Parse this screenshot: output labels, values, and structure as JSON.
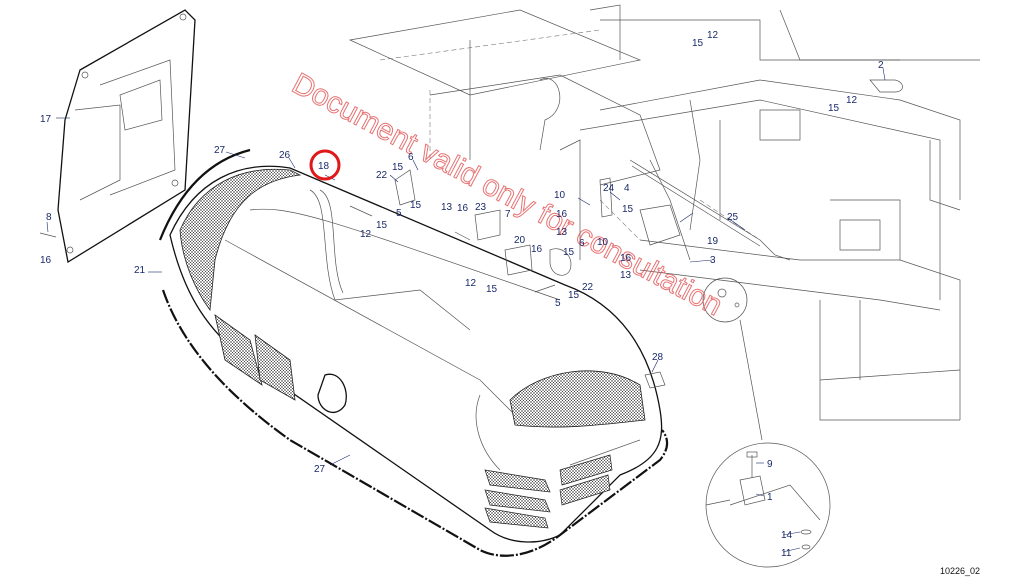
{
  "diagram": {
    "drawing_code": "10226_02",
    "watermark": "Document valid only for consultation",
    "highlighted_callout": "18",
    "callouts": [
      {
        "id": "c2",
        "label": "2"
      },
      {
        "id": "c12a",
        "label": "12"
      },
      {
        "id": "c15a",
        "label": "15"
      },
      {
        "id": "c12b",
        "label": "12"
      },
      {
        "id": "c15b",
        "label": "15"
      },
      {
        "id": "c17",
        "label": "17"
      },
      {
        "id": "c27a",
        "label": "27"
      },
      {
        "id": "c26",
        "label": "26"
      },
      {
        "id": "c18",
        "label": "18"
      },
      {
        "id": "c6a",
        "label": "6"
      },
      {
        "id": "c22a",
        "label": "22"
      },
      {
        "id": "c15c",
        "label": "15"
      },
      {
        "id": "c15d",
        "label": "15"
      },
      {
        "id": "c5a",
        "label": "5"
      },
      {
        "id": "c15e",
        "label": "15"
      },
      {
        "id": "c12c",
        "label": "12"
      },
      {
        "id": "c8",
        "label": "8"
      },
      {
        "id": "c16a",
        "label": "16"
      },
      {
        "id": "c21",
        "label": "21"
      },
      {
        "id": "c13a",
        "label": "13"
      },
      {
        "id": "c16b",
        "label": "16"
      },
      {
        "id": "c23",
        "label": "23"
      },
      {
        "id": "c7",
        "label": "7"
      },
      {
        "id": "c20",
        "label": "20"
      },
      {
        "id": "c16c",
        "label": "16"
      },
      {
        "id": "c15f",
        "label": "15"
      },
      {
        "id": "c6b",
        "label": "6"
      },
      {
        "id": "c12d",
        "label": "12"
      },
      {
        "id": "c15g",
        "label": "15"
      },
      {
        "id": "c22b",
        "label": "22"
      },
      {
        "id": "c5b",
        "label": "5"
      },
      {
        "id": "c15h",
        "label": "15"
      },
      {
        "id": "c10a",
        "label": "10"
      },
      {
        "id": "c24",
        "label": "24"
      },
      {
        "id": "c4",
        "label": "4"
      },
      {
        "id": "c16d",
        "label": "16"
      },
      {
        "id": "c15i",
        "label": "15"
      },
      {
        "id": "c13b",
        "label": "13"
      },
      {
        "id": "c10b",
        "label": "10"
      },
      {
        "id": "c16e",
        "label": "16"
      },
      {
        "id": "c13c",
        "label": "13"
      },
      {
        "id": "c19",
        "label": "19"
      },
      {
        "id": "c25",
        "label": "25"
      },
      {
        "id": "c3",
        "label": "3"
      },
      {
        "id": "c28",
        "label": "28"
      },
      {
        "id": "c27b",
        "label": "27"
      },
      {
        "id": "c9",
        "label": "9"
      },
      {
        "id": "c1",
        "label": "1"
      },
      {
        "id": "c14",
        "label": "14"
      },
      {
        "id": "c11",
        "label": "11"
      }
    ]
  }
}
